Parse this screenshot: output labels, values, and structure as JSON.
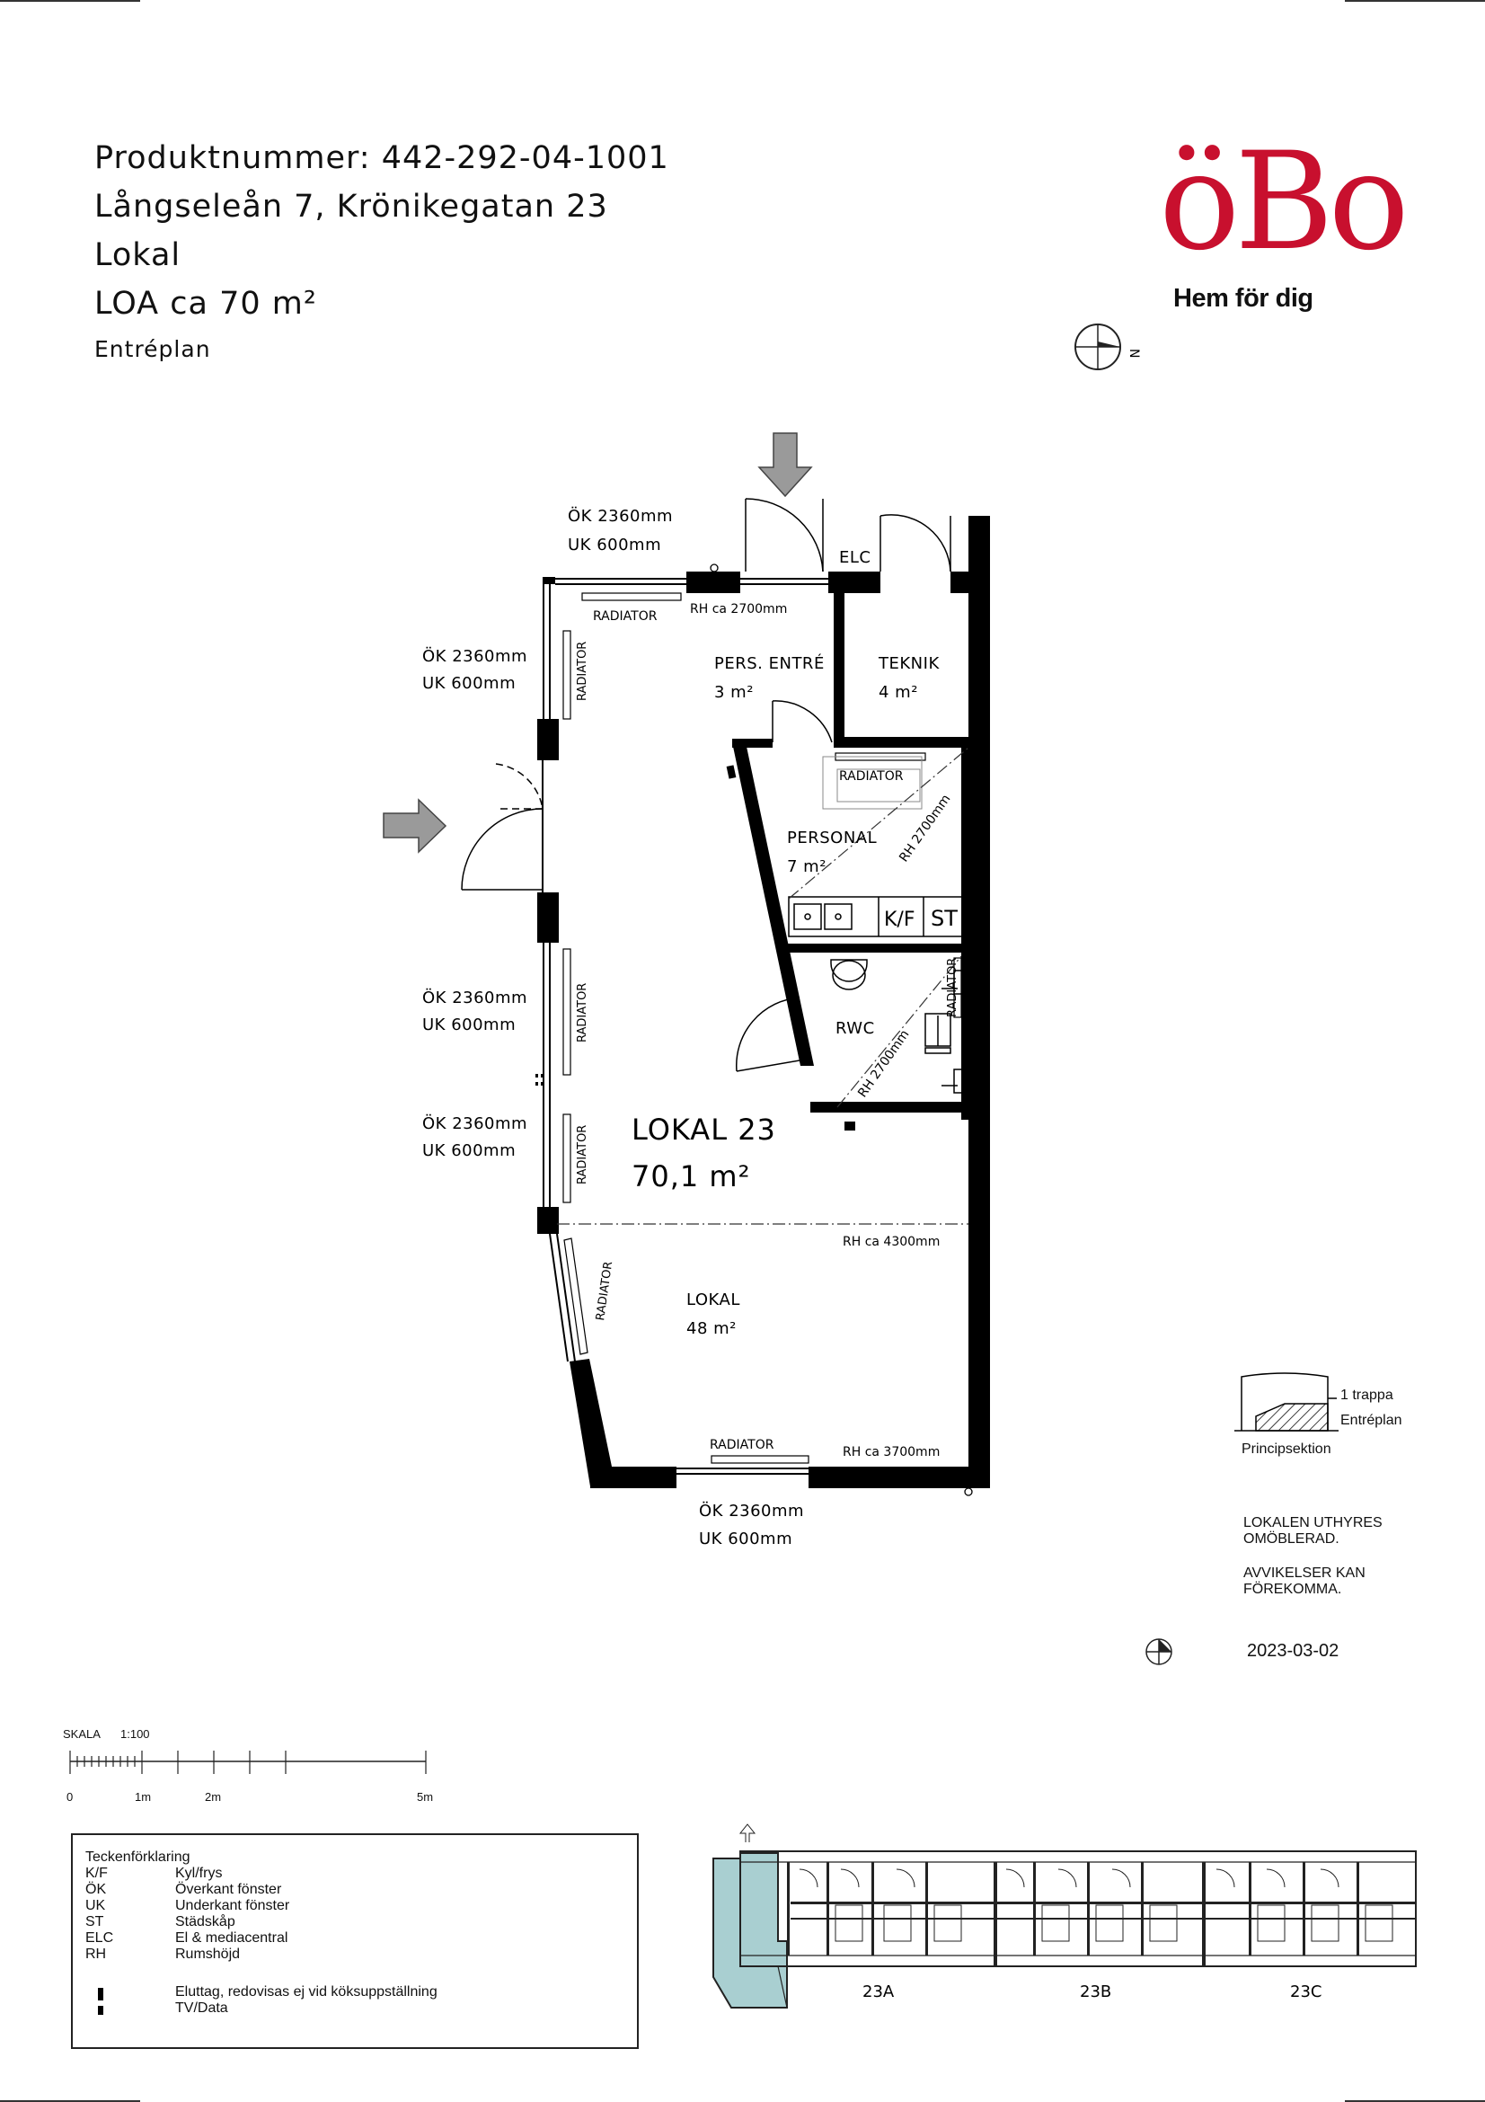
{
  "header": {
    "product_number": "Produktnummer: 442-292-04-1001",
    "address": "Långseleån 7, Krönikegatan 23",
    "type": "Lokal",
    "area": "LOA ca 70 m²",
    "floor": "Entréplan"
  },
  "brand": {
    "logo": "öBo",
    "tagline": "Hem för dig",
    "color": "#c8102e"
  },
  "compass": {
    "north": "N"
  },
  "plan": {
    "window_labels": [
      {
        "ok": "ÖK 2360mm",
        "uk": "UK 600mm"
      },
      {
        "ok": "ÖK 2360mm",
        "uk": "UK 600mm"
      },
      {
        "ok": "ÖK 2360mm",
        "uk": "UK 600mm"
      },
      {
        "ok": "ÖK 2360mm",
        "uk": "UK 600mm"
      },
      {
        "ok": "ÖK 2360mm",
        "uk": "UK 600mm"
      }
    ],
    "rooms": {
      "pers_entre": {
        "name": "PERS. ENTRÉ",
        "area": "3 m²"
      },
      "teknik": {
        "name": "TEKNIK",
        "area": "4 m²"
      },
      "personal": {
        "name": "PERSONAL",
        "area": "7 m²"
      },
      "rwc": {
        "name": "RWC"
      },
      "lokal23": {
        "name": "LOKAL 23",
        "area": "70,1 m²"
      },
      "lokal": {
        "name": "LOKAL",
        "area": "48 m²"
      }
    },
    "elc": "ELC",
    "kf": "K/F",
    "st": "ST",
    "radiator": "RADIATOR",
    "heights": {
      "entry": "RH ca 2700mm",
      "personal": "RH 2700mm",
      "rwc": "RH 2700mm",
      "main": "RH ca 4300mm",
      "bottom": "RH ca 3700mm"
    }
  },
  "section": {
    "stair": "1 trappa",
    "level": "Entréplan",
    "title": "Principsektion"
  },
  "notes": {
    "line1": "LOKALEN UTHYRES",
    "line2": "OMÖBLERAD.",
    "line3": "AVVIKELSER KAN",
    "line4": "FÖREKOMMA.",
    "date": "2023-03-02"
  },
  "scale": {
    "label": "SKALA",
    "ratio": "1:100",
    "ticks": [
      "0",
      "1m",
      "2m",
      "5m"
    ]
  },
  "legend": {
    "title": "Teckenförklaring",
    "items": [
      {
        "key": "K/F",
        "value": "Kyl/frys"
      },
      {
        "key": "ÖK",
        "value": "Överkant fönster"
      },
      {
        "key": "UK",
        "value": "Underkant fönster"
      },
      {
        "key": "ST",
        "value": "Städskåp"
      },
      {
        "key": "ELC",
        "value": "El & mediacentral"
      },
      {
        "key": "RH",
        "value": "Rumshöjd"
      }
    ],
    "outlet_1": "Eluttag, redovisas ej vid köksuppställning",
    "outlet_2": "TV/Data"
  },
  "keyplan": {
    "labels": [
      "23A",
      "23B",
      "23C"
    ],
    "highlight_color": "#a9cfd1"
  }
}
